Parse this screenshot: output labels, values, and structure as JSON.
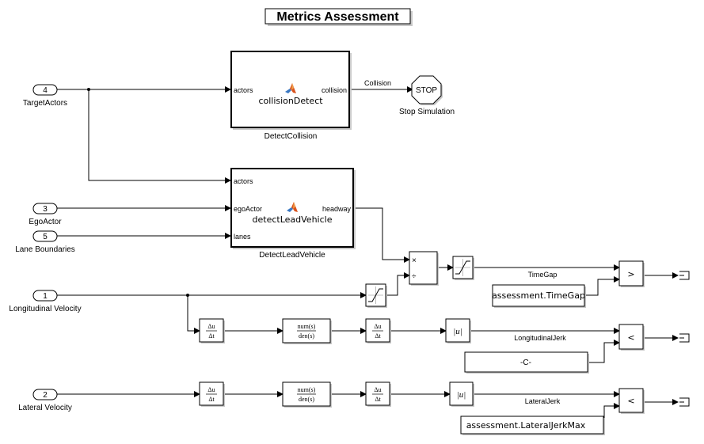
{
  "title": "Metrics Assessment",
  "inports": [
    {
      "number": "4",
      "name": "TargetActors"
    },
    {
      "number": "3",
      "name": "EgoActor"
    },
    {
      "number": "5",
      "name": "Lane Boundaries"
    },
    {
      "number": "1",
      "name": "Longitudinal Velocity"
    },
    {
      "number": "2",
      "name": "Lateral Velocity"
    }
  ],
  "detect_collision": {
    "name": "DetectCollision",
    "function": "collisionDetect",
    "input_port": "actors",
    "output_port": "collision",
    "icon": "matlab-logo-icon"
  },
  "detect_lead_vehicle": {
    "name": "DetectLeadVehicle",
    "function": "detectLeadVehicle",
    "input_ports": [
      "actors",
      "egoActor",
      "lanes"
    ],
    "output_port": "headway",
    "icon": "matlab-logo-icon"
  },
  "stop_block": {
    "text": "STOP",
    "name": "Stop Simulation"
  },
  "signals": {
    "collision": "Collision",
    "time_gap": "TimeGap",
    "longitudinal_jerk": "LongitudinalJerk",
    "lateral_jerk": "LateralJerk"
  },
  "product_block": {
    "mult": "×",
    "div": "÷"
  },
  "derivative": {
    "num": "Δu",
    "den": "Δt"
  },
  "transfer_fcn": {
    "num": "num(s)",
    "den": "den(s)"
  },
  "abs_block": "|u|",
  "constants": {
    "time_gap": "assessment.TimeGap",
    "long_jerk": "-C-",
    "lat_jerk": "assessment.LateralJerkMax"
  },
  "operators": {
    "time_gap": ">",
    "long_jerk": "<",
    "lat_jerk": "<"
  }
}
